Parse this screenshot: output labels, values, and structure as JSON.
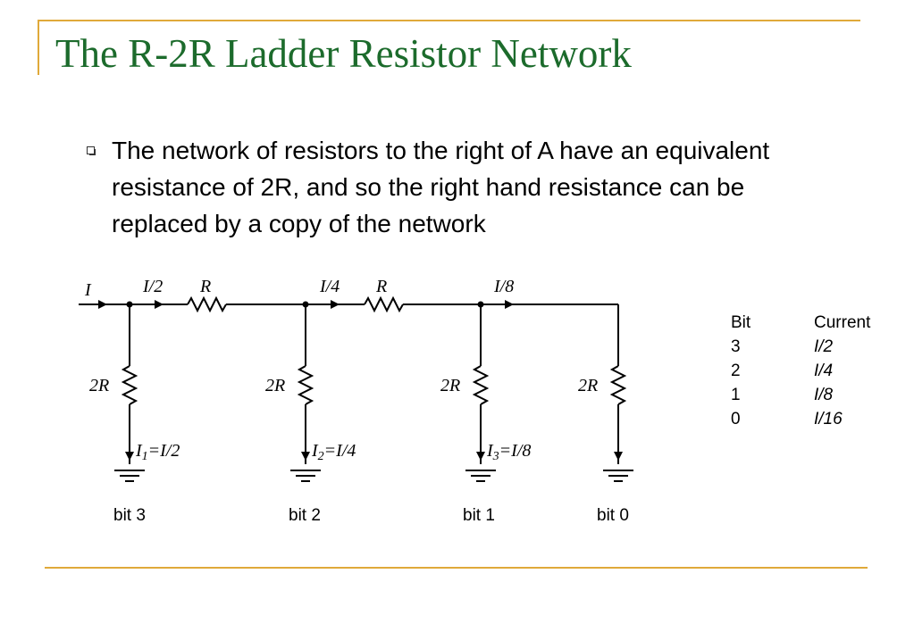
{
  "slide": {
    "title": "The R-2R Ladder Resistor Network",
    "bullet": "The network of resistors to the right of A have an equivalent resistance of 2R, and so the right hand resistance can be replaced by a copy of the network"
  },
  "circuit": {
    "input_current": "I",
    "top_currents": [
      "I/2",
      "I/4",
      "I/8"
    ],
    "series_resistor": "R",
    "shunt_resistor": "2R",
    "branch_currents": [
      {
        "name": "I",
        "sub": "1",
        "expr": "=I/2"
      },
      {
        "name": "I",
        "sub": "2",
        "expr": "=I/4"
      },
      {
        "name": "I",
        "sub": "3",
        "expr": "=I/8"
      }
    ],
    "bit_labels": [
      "bit 3",
      "bit 2",
      "bit 1",
      "bit 0"
    ]
  },
  "table": {
    "headers": [
      "Bit",
      "Current"
    ],
    "rows": [
      [
        "3",
        "I/2"
      ],
      [
        "2",
        "I/4"
      ],
      [
        "1",
        "I/8"
      ],
      [
        "0",
        "I/16"
      ]
    ]
  },
  "colors": {
    "title": "#1c6b2c",
    "rule": "#e0a93a"
  }
}
